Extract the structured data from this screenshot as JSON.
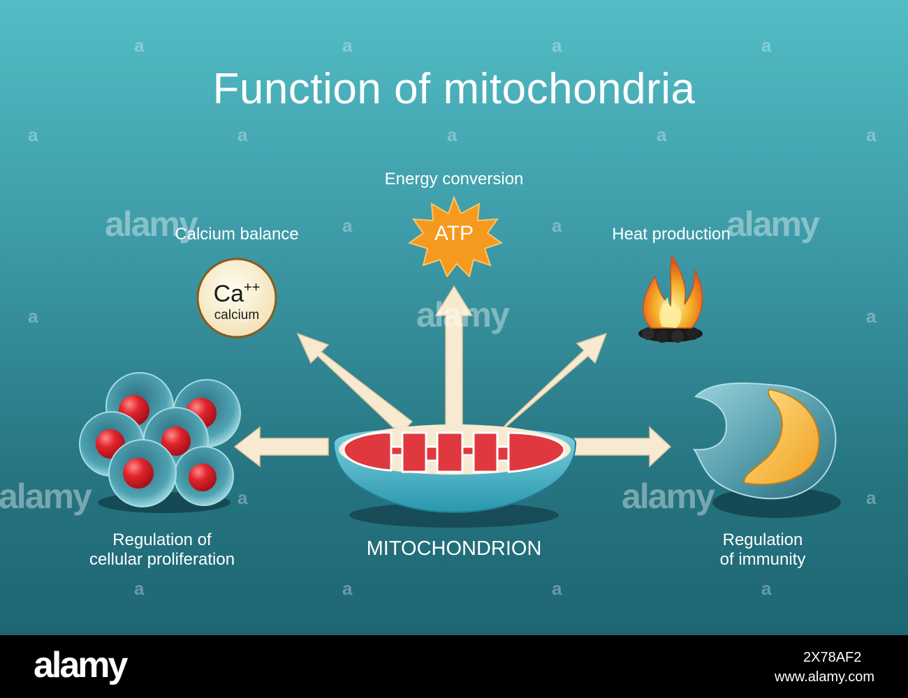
{
  "title": "Function of mitochondria",
  "center_label": "MITOCHONDRION",
  "functions": {
    "energy": "Energy conversion",
    "calcium": "Calcium balance",
    "heat": "Heat production",
    "proliferation": [
      "Regulation of",
      "cellular proliferation"
    ],
    "immunity": [
      "Regulation",
      "of immunity"
    ]
  },
  "calcium_badge": {
    "symbol": "Ca",
    "charge": "++",
    "name": "calcium"
  },
  "atp_badge": "ATP",
  "watermark": {
    "word": "alamy",
    "letter": "a"
  },
  "footer": {
    "logo": "alamy",
    "image_id": "2X78AF2",
    "url": "www.alamy.com"
  },
  "colors": {
    "background_top": "#52bdc6",
    "background_bottom": "#1e6673",
    "arrow_fill": "#f8ead0",
    "mitochondrion_matrix": "#e0383f",
    "atp_star": "#f59a1f",
    "cell_nucleus": "#e0242c",
    "immune_nucleus": "#f2b53c"
  }
}
